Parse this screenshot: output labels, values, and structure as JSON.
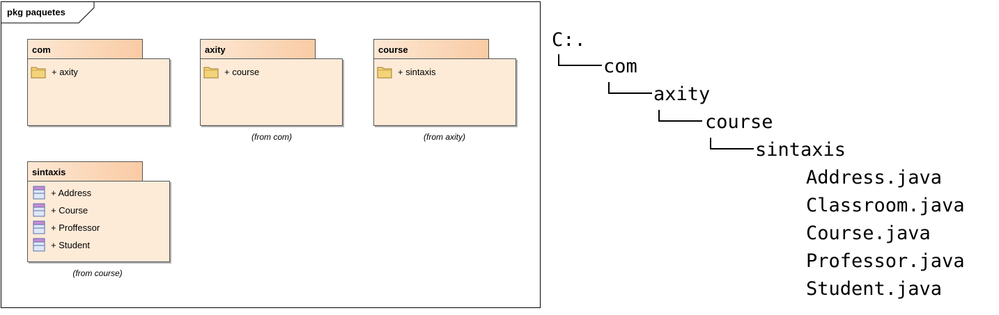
{
  "frame": {
    "label": "pkg paquetes"
  },
  "packages": [
    {
      "name": "com",
      "items": [
        {
          "icon": "folder-icon",
          "label": "+ axity"
        }
      ],
      "from": ""
    },
    {
      "name": "axity",
      "items": [
        {
          "icon": "folder-icon",
          "label": "+ course"
        }
      ],
      "from": "(from com)"
    },
    {
      "name": "course",
      "items": [
        {
          "icon": "folder-icon",
          "label": "+ sintaxis"
        }
      ],
      "from": "(from axity)"
    },
    {
      "name": "sintaxis",
      "items": [
        {
          "icon": "class-icon",
          "label": "+ Address"
        },
        {
          "icon": "class-icon",
          "label": "+ Course"
        },
        {
          "icon": "class-icon",
          "label": "+ Proffessor"
        },
        {
          "icon": "class-icon",
          "label": "+ Student"
        }
      ],
      "from": "(from course)"
    }
  ],
  "tree": {
    "root": "C:.",
    "com": "com",
    "axity": "axity",
    "course": "course",
    "sintaxis": "sintaxis",
    "files": [
      "Address.java",
      "Classroom.java",
      "Course.java",
      "Professor.java",
      "Student.java"
    ]
  }
}
